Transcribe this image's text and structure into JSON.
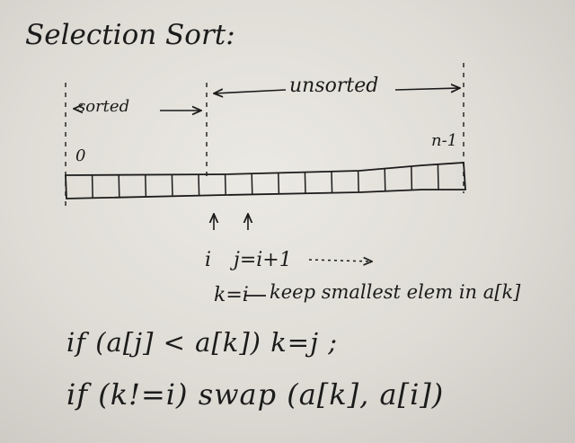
{
  "title": "Selection Sort:",
  "labels": {
    "sorted": "sorted",
    "unsorted": "unsorted",
    "index_start": "0",
    "index_end": "n-1",
    "pointer_i": "i",
    "pointer_j": "j=i+1",
    "k_init": "k=i",
    "k_note": "keep smallest elem in a[k]"
  },
  "code": {
    "line1": "if (a[j] < a[k])  k=j ;",
    "line2": "if (k!=i) swap (a[k], a[i])"
  },
  "array": {
    "cells": 15
  },
  "colors": {
    "ink": "#1b1b1b",
    "paper": "#e6e4de"
  }
}
